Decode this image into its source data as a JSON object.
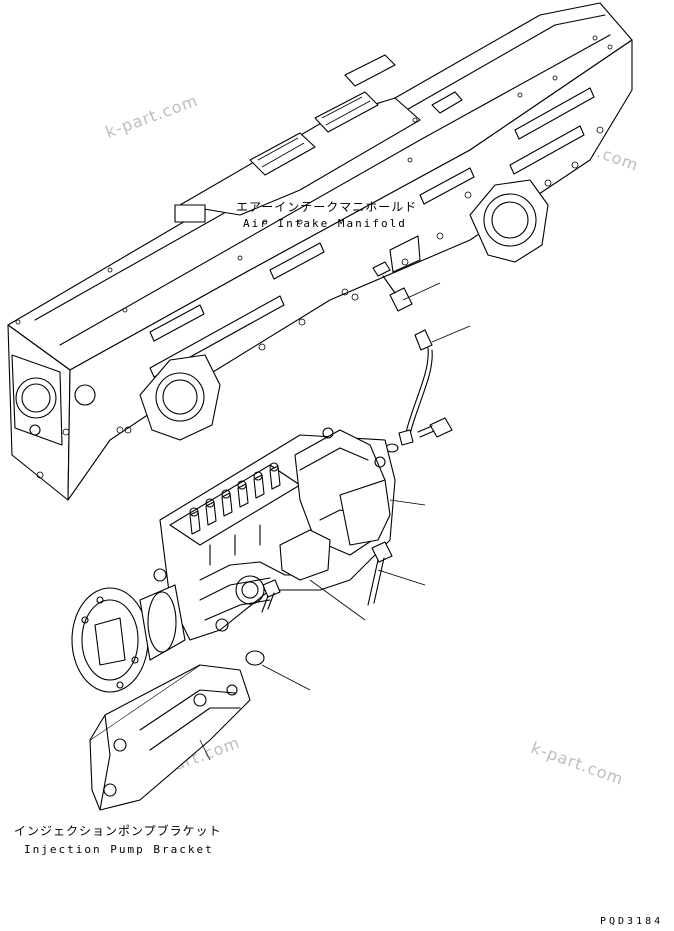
{
  "labels": {
    "manifold": {
      "jp": "エアーインテークマニホールド",
      "en": "Air Intake Manifold"
    },
    "bracket": {
      "jp": "インジェクションポンプブラケット",
      "en": "Injection Pump Bracket"
    }
  },
  "figure_code": "PQD3184",
  "watermark": "k-part.com"
}
